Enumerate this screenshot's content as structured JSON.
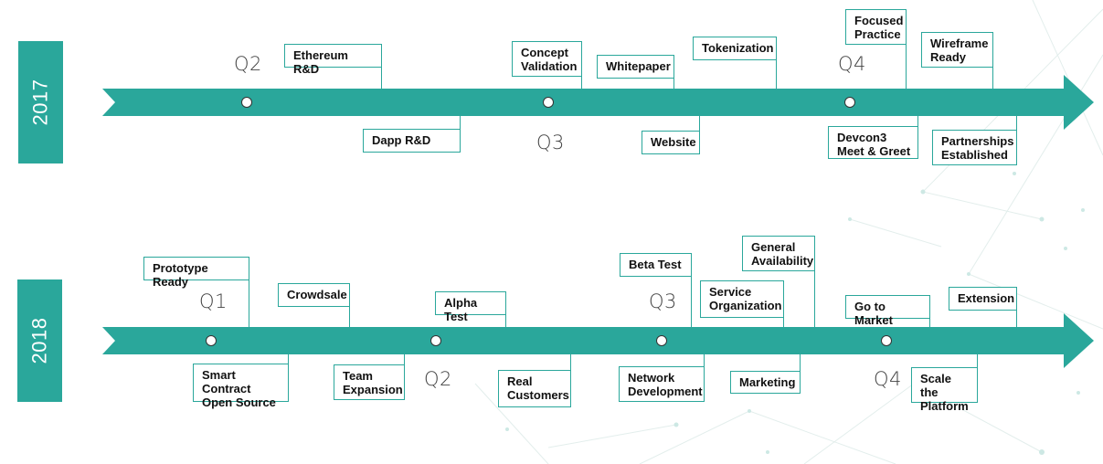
{
  "colors": {
    "accent": "#2aa79b",
    "node_border": "#333333",
    "text": "#111111"
  },
  "timelines": [
    {
      "year": "2017",
      "quarters": [
        "Q2",
        "Q3",
        "Q4"
      ],
      "milestones": [
        "Ethereum R&D",
        "Dapp R&D",
        "Concept\nValidation",
        "Whitepaper",
        "Website",
        "Tokenization",
        "Focused\nPractice",
        "Devcon3\nMeet & Greet",
        "Wireframe\nReady",
        "Partnerships\nEstablished"
      ]
    },
    {
      "year": "2018",
      "quarters": [
        "Q1",
        "Q2",
        "Q3",
        "Q4"
      ],
      "milestones": [
        "Prototype Ready",
        "Smart Contract\nOpen Source",
        "Crowdsale",
        "Team\nExpansion",
        "Alpha Test",
        "Real\nCustomers",
        "Beta Test",
        "Network\nDevelopment",
        "Service\nOrganization",
        "General\nAvailability",
        "Marketing",
        "Go to Market",
        "Scale the\nPlatform",
        "Extension"
      ]
    }
  ]
}
